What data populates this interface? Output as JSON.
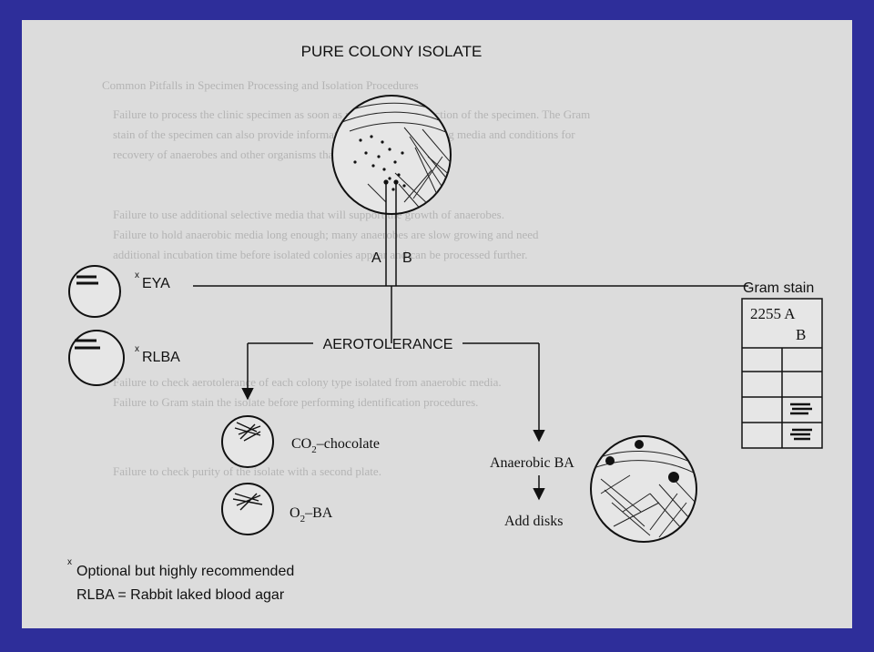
{
  "colors": {
    "frame": "#2e2e9a",
    "paper": "#dcdcdc",
    "ink": "#111111",
    "ghost_text": "#b4b4b4"
  },
  "diagram": {
    "title": "PURE COLONY ISOLATE",
    "branch_a": "A",
    "branch_b": "B",
    "eya_label": "EYA",
    "rlba_label": "RLBA",
    "optional_mark": "x",
    "gram_stain_label": "Gram stain",
    "gram_table_line1": "2255 A",
    "gram_table_line2": "B",
    "aerotolerance_label": "AEROTOLERANCE",
    "co2_prefix": "CO",
    "co2_subscript": "2",
    "co2_suffix": "–chocolate",
    "o2_prefix": "O",
    "o2_subscript": "2",
    "o2_suffix": "–BA",
    "anaerobic_label": "Anaerobic BA",
    "add_disks_label": "Add disks",
    "footnote_line1": "Optional but highly recommended",
    "footnote_line2": "RLBA = Rabbit laked blood agar"
  },
  "background_page": {
    "heading": "Common Pitfalls in Specimen Processing and Isolation Procedures",
    "lines": [
      "Failure to process the clinic specimen as soon as possible after collection of the specimen. The Gram",
      "stain of the specimen can also provide information regarding the plating media and conditions for",
      "recovery of anaerobes and other organisms that are likely to be present.",
      "Failure to use additional selective media that will support the growth of anaerobes.",
      "Failure to hold anaerobic media long enough; many anaerobes are slow growing and need",
      "additional incubation time before isolated colonies appear and can be processed further.",
      "Failure to check aerotolerance of each colony type isolated from anaerobic media.",
      "Failure to Gram stain the isolate before performing identification procedures.",
      "Failure to check purity of the isolate with a second plate."
    ]
  }
}
